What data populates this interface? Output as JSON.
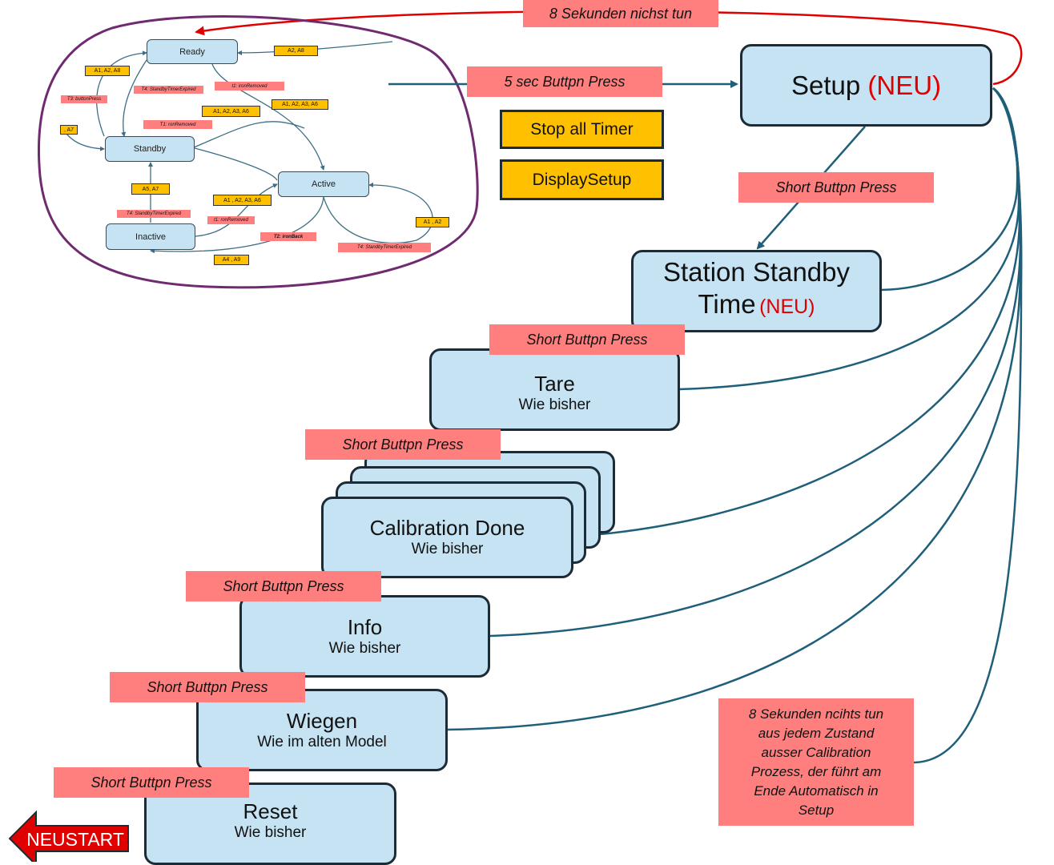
{
  "colors": {
    "state_fill": "#c5e3f2",
    "state_border": "#1c2b36",
    "label_pink": "#ff7f7f",
    "action_yellow": "#ffc000",
    "connector": "#1f5f7a",
    "highlight_red": "#e00000",
    "lasso_purple": "#6f2a70"
  },
  "top_label": "8 Sekunden nichst tun",
  "enter_label": "5 sec Buttpn Press",
  "actions": {
    "stop_timer": "Stop all Timer",
    "display_setup": "DisplaySetup"
  },
  "setup": {
    "title": "Setup",
    "neu": "(NEU)"
  },
  "short_press": "Short Buttpn Press",
  "standby": {
    "title_line1": "Station Standby",
    "title_line2": "Time",
    "neu": "(NEU)"
  },
  "tare": {
    "title": "Tare",
    "sub": "Wie bisher"
  },
  "calibration": {
    "title": "Calibration Done",
    "sub": "Wie bisher"
  },
  "info": {
    "title": "Info",
    "sub": "Wie bisher"
  },
  "wiegen": {
    "title": "Wiegen",
    "sub": "Wie im alten Model"
  },
  "reset": {
    "title": "Reset",
    "sub": "Wie bisher"
  },
  "note": "8 Sekunden ncihts tun aus jedem Zustand ausser Calibration Prozess, der führt am Ende Automatisch in Setup",
  "neustart": "NEUSTART",
  "mini": {
    "states": {
      "ready": "Ready",
      "standby": "Standby",
      "active": "Active",
      "inactive": "Inactive"
    },
    "conditions": {
      "a1a2a8": "A1, A2, A8",
      "a2a8": "A2, A8",
      "a1a2a3a6_1": "A1, A2, A3, A6",
      "a1a2a3a6_2": "A1, A2, A3, A6",
      "a7": ", A7",
      "a5a7": "A5, A7",
      "a1a2a3a6_3": "A1 , A2, A3, A6",
      "a1a2": "A1 , A2",
      "a4a9": "A4 , A9"
    },
    "triggers": {
      "t3": "T3: buttonPress",
      "t4_ready": "T4: StandbyTimerExpired",
      "t1_ready": "t1: ironRemoved",
      "t1_standby": "T1: ronRemoved",
      "t4_inactive": "T4: StandbyTimerExpired",
      "t1_inactive": "t1: ronRemoved",
      "t2": "T2: ironBack",
      "t4_active": "T4: StandbyTimerExpired"
    }
  }
}
